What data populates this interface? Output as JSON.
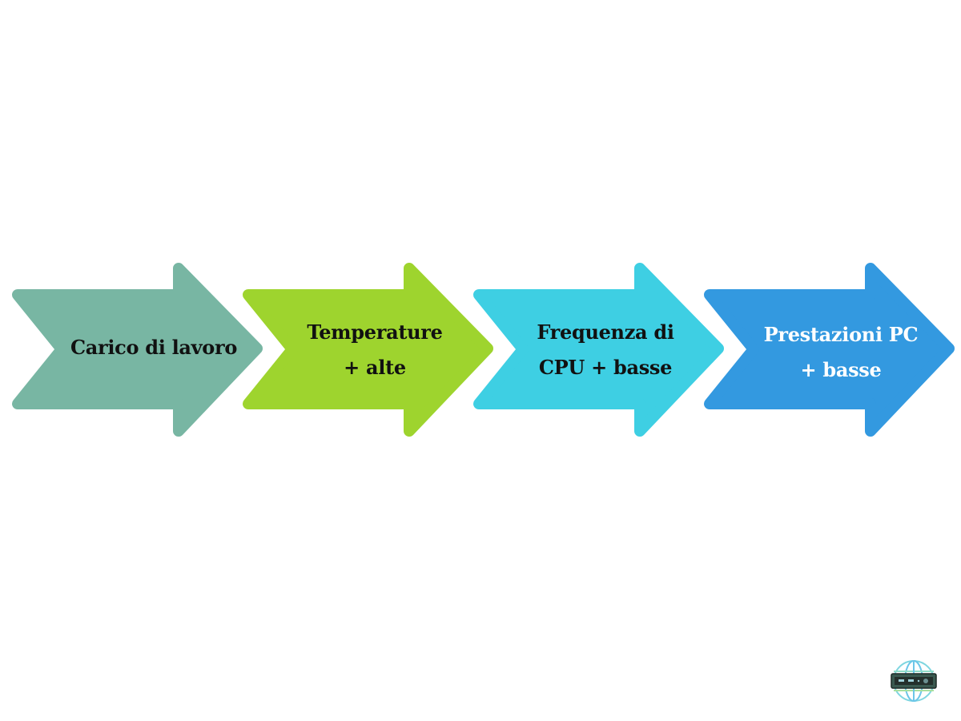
{
  "steps": [
    {
      "lines": [
        "Carico di lavoro"
      ],
      "color": "#78b6a3",
      "text_color": "#111111"
    },
    {
      "lines": [
        "Temperature",
        "+ alte"
      ],
      "color": "#9ed42e",
      "text_color": "#111111"
    },
    {
      "lines": [
        "Frequenza di",
        "CPU + basse"
      ],
      "color": "#3ecfe3",
      "text_color": "#111111"
    },
    {
      "lines": [
        "Prestazioni PC",
        "+ basse"
      ],
      "color": "#3399e0",
      "text_color": "#ffffff"
    }
  ],
  "logo": {
    "icon": "globe-server-icon"
  }
}
